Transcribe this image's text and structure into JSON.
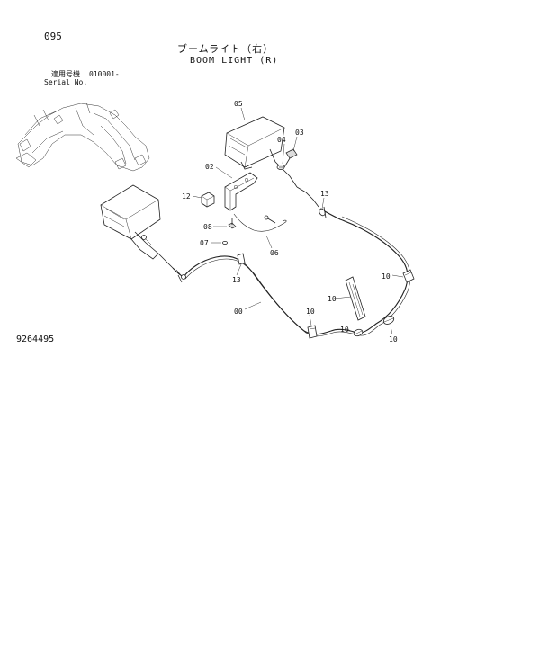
{
  "page": {
    "page_number": "095",
    "title_jp": "ブームライト（右）",
    "title_en": "BOOM LIGHT (R)",
    "serial_label_jp": "適用号機",
    "serial_label_en": "Serial No.",
    "serial_value": "010001-",
    "figure_number": "9264495"
  },
  "callouts": [
    {
      "id": "c05",
      "label": "05"
    },
    {
      "id": "c03",
      "label": "03"
    },
    {
      "id": "c04",
      "label": "04"
    },
    {
      "id": "c02",
      "label": "02"
    },
    {
      "id": "c12",
      "label": "12"
    },
    {
      "id": "c08",
      "label": "08"
    },
    {
      "id": "c07",
      "label": "07"
    },
    {
      "id": "c06",
      "label": "06"
    },
    {
      "id": "c13a",
      "label": "13"
    },
    {
      "id": "c13b",
      "label": "13"
    },
    {
      "id": "c00",
      "label": "00"
    },
    {
      "id": "c10a",
      "label": "10"
    },
    {
      "id": "c10b",
      "label": "10"
    },
    {
      "id": "c10c",
      "label": "10"
    },
    {
      "id": "c10d",
      "label": "10"
    },
    {
      "id": "c10e",
      "label": "10"
    }
  ]
}
